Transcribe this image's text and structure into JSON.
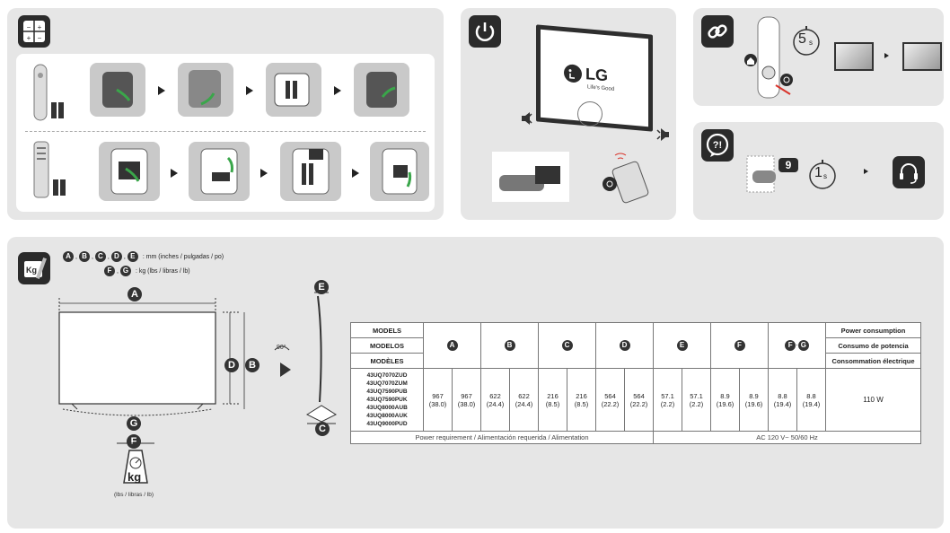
{
  "brand": {
    "logo": "LG",
    "tagline": "Life's Good"
  },
  "timers": {
    "hold_seconds": "5",
    "hold_unit": "s",
    "press_seconds": "1",
    "press_unit": "s"
  },
  "remote_key": "9",
  "angle": "90°",
  "units": {
    "mm_letters": [
      "A",
      "B",
      "C",
      "D",
      "E"
    ],
    "mm_text": ": mm (inches / pulgadas / po)",
    "kg_letters": [
      "F",
      "G"
    ],
    "kg_text": ": kg (lbs / libras / lb)"
  },
  "scale": {
    "unit": "kg",
    "caption": "(lbs / libras / lb)"
  },
  "diagram_letters": {
    "a": "A",
    "b": "B",
    "c": "C",
    "d": "D",
    "e": "E",
    "f": "F",
    "g": "G"
  },
  "table": {
    "models_header": [
      "MODELS",
      "MODELOS",
      "MODÈLES"
    ],
    "model_list": [
      "43UQ7070ZUD",
      "43UQ7070ZUM",
      "43UQ7590PUB",
      "43UQ7590PUK",
      "43UQ8000AUB",
      "43UQ8000AUK",
      "43UQ9000PUD"
    ],
    "col_letters": [
      "A",
      "B",
      "C",
      "D",
      "E",
      "F"
    ],
    "fg_letters": [
      "F",
      "G"
    ],
    "fg_sep": "·",
    "power_headers": [
      "Power consumption",
      "Consumo de potencia",
      "Consommation électrique"
    ],
    "values": [
      [
        "967",
        "(38.0)"
      ],
      [
        "967",
        "(38.0)"
      ],
      [
        "622",
        "(24.4)"
      ],
      [
        "622",
        "(24.4)"
      ],
      [
        "216",
        "(8.5)"
      ],
      [
        "216",
        "(8.5)"
      ],
      [
        "564",
        "(22.2)"
      ],
      [
        "564",
        "(22.2)"
      ],
      [
        "57.1",
        "(2.2)"
      ],
      [
        "57.1",
        "(2.2)"
      ],
      [
        "8.9",
        "(19.6)"
      ],
      [
        "8.9",
        "(19.6)"
      ],
      [
        "8.8",
        "(19.4)"
      ],
      [
        "8.8",
        "(19.4)"
      ]
    ],
    "power_value": "110  W",
    "power_req_label": "Power requirement / Alimentación requerida / Alimentation",
    "power_req_value": "AC 120 V~ 50/60 Hz"
  },
  "colors": {
    "panel": "#e6e6e6",
    "icon_bg": "#2b2b2b",
    "accent_green": "#3aa64a",
    "accent_red": "#d9342b"
  }
}
